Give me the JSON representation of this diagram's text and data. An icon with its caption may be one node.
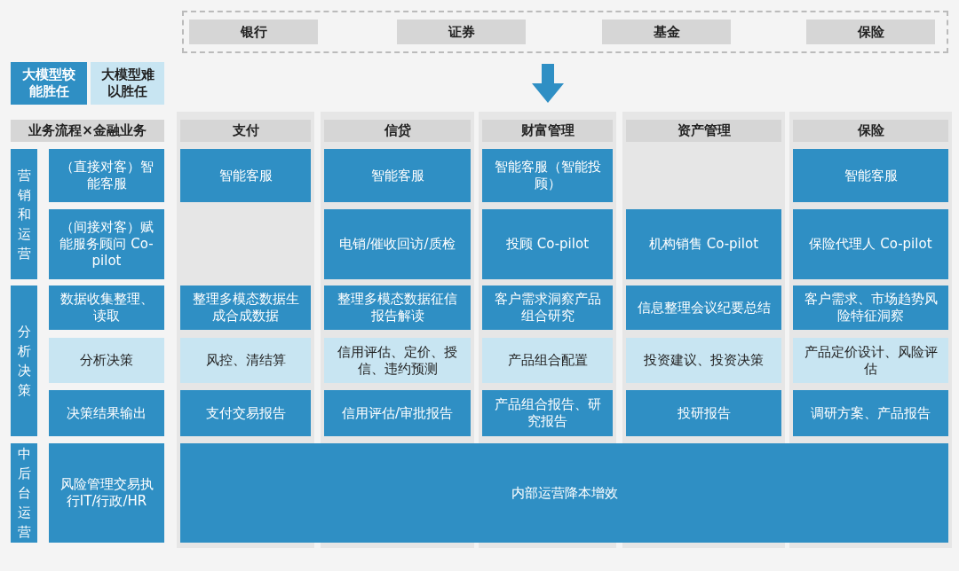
{
  "diagram": {
    "labels": [
      "银行",
      "证券",
      "基金",
      "保险",
      "业务流程×金融业务",
      "支付",
      "信贷",
      "财富管理",
      "资产管理",
      "保险",
      "营销和运营",
      "（直接对客）智能客服",
      "智能客服",
      "智能客服",
      "智能客服（智能投顾）",
      "智能客服",
      "（间接对客）赋能服务顾问 Co-pilot",
      "电销/催收回访/质检",
      "投顾 Co-pilot",
      "机构销售 Co-pilot",
      "保险代理人 Co-pilot",
      "分析决策",
      "数据收集整理、读取",
      "整理多模态数据生成合成数据",
      "整理多模态数据征信报告解读",
      "客户需求洞察产品组合研究",
      "信息整理会议纪要总结",
      "客户需求、市场趋势风险特征洞察",
      "分析决策",
      "风控、清结算",
      "信用评估、定价、授信、违约预测",
      "产品组合配置",
      "投资建议、投资决策",
      "产品定价设计、风险评估",
      "决策结果输出",
      "支付交易报告",
      "信用评估/审批报告",
      "产品组合报告、研究报告",
      "投研报告",
      "调研方案、产品报告",
      "中后台运营",
      "风险管理交易执行IT/行政/HR",
      "内部运营降本增效"
    ],
    "legend": [
      {
        "text": "大模型较能胜任",
        "color": "#2f8fc4"
      },
      {
        "text": "大模型难以胜任",
        "color": "#c8e5f2"
      }
    ]
  }
}
